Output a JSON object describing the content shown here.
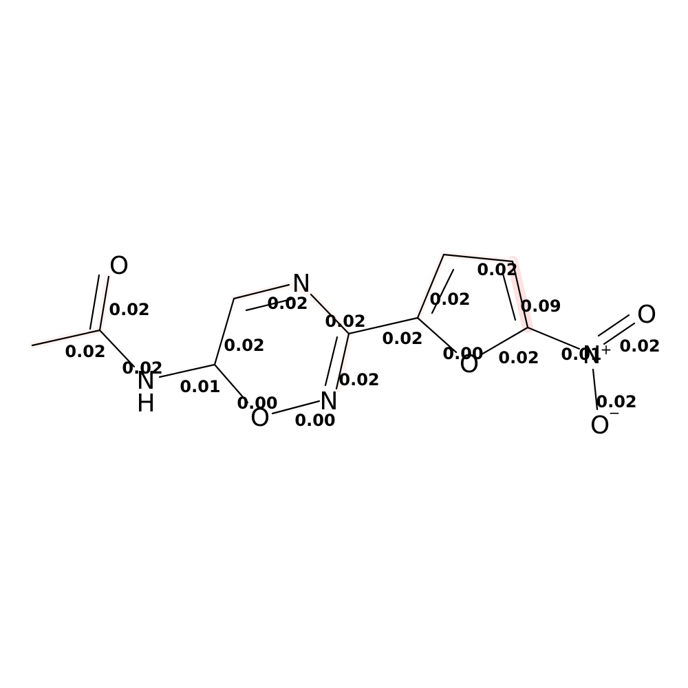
{
  "atoms": [
    {
      "id": "O1",
      "symbol": "O"
    },
    {
      "id": "N1",
      "symbol": "N"
    },
    {
      "id": "H1",
      "symbol": "H"
    },
    {
      "id": "N2",
      "symbol": "N"
    },
    {
      "id": "N3",
      "symbol": "N"
    },
    {
      "id": "O2",
      "symbol": "O"
    },
    {
      "id": "O3",
      "symbol": "O"
    },
    {
      "id": "N4",
      "symbol": "N",
      "charge": "+"
    },
    {
      "id": "O4",
      "symbol": "O"
    },
    {
      "id": "O5",
      "symbol": "O",
      "charge": "−"
    }
  ],
  "bond_scores": [
    {
      "id": "b-c1-c2",
      "value": "0.02"
    },
    {
      "id": "b-c2-o1",
      "value": "0.02"
    },
    {
      "id": "b-c2-n1",
      "value": "0.02"
    },
    {
      "id": "b-n1-c3",
      "value": "0.01"
    },
    {
      "id": "b-c3-c4",
      "value": "0.02"
    },
    {
      "id": "b-c4-n2",
      "value": "0.02"
    },
    {
      "id": "b-n2-c5",
      "value": "0.02"
    },
    {
      "id": "b-c5-n3",
      "value": "0.02"
    },
    {
      "id": "b-n3-o2",
      "value": "0.00"
    },
    {
      "id": "b-o2-c3",
      "value": "0.00"
    },
    {
      "id": "b-c5-c6",
      "value": "0.02"
    },
    {
      "id": "b-c6-c7",
      "value": "0.02"
    },
    {
      "id": "b-c7-c8",
      "value": "0.02"
    },
    {
      "id": "b-c8-c9",
      "value": "0.09"
    },
    {
      "id": "b-c9-o3",
      "value": "0.02"
    },
    {
      "id": "b-o3-c6",
      "value": "0.00"
    },
    {
      "id": "b-c9-n4",
      "value": "0.01"
    },
    {
      "id": "b-n4-o4",
      "value": "0.02"
    },
    {
      "id": "b-n4-o5",
      "value": "0.02"
    }
  ],
  "highlight_colors": {
    "strong": "#fde2e2",
    "weak": "#fff4f2"
  }
}
